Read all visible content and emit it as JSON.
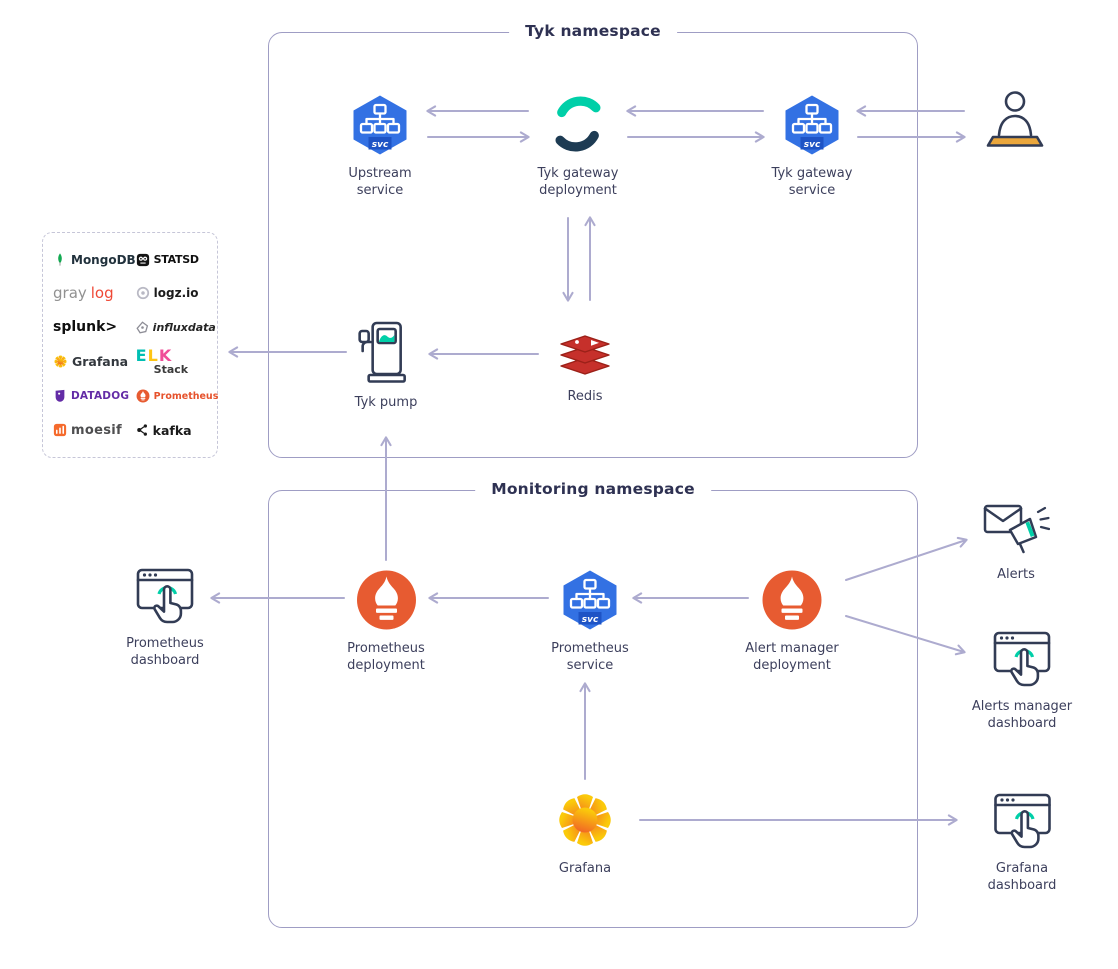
{
  "tyk_namespace": {
    "title": "Tyk namespace"
  },
  "monitoring_namespace": {
    "title": "Monitoring namespace"
  },
  "k8s_badge": "svc",
  "nodes": {
    "upstream_service": "Upstream service",
    "tyk_gateway_deployment": "Tyk gateway deployment",
    "tyk_gateway_service": "Tyk gateway service",
    "tyk_pump": "Tyk pump",
    "redis": "Redis",
    "prometheus_dashboard": "Prometheus dashboard",
    "prometheus_deployment": "Prometheus deployment",
    "prometheus_service": "Prometheus service",
    "alert_manager_deployment": "Alert manager deployment",
    "alerts": "Alerts",
    "alerts_manager_dashboard": "Alerts manager dashboard",
    "grafana": "Grafana",
    "grafana_dashboard": "Grafana dashboard"
  },
  "tools": {
    "mongodb": "MongoDB",
    "statsd": "STATSD",
    "graylog_gray": "gray",
    "graylog_log": "log",
    "logzio": "logz.io",
    "splunk": "splunk>",
    "influxdata": "influxdata",
    "grafana": "Grafana",
    "elk_e": "E",
    "elk_l": "L",
    "elk_k": "K",
    "elk_stack": "Stack",
    "datadog": "DATADOG",
    "prometheus": "Prometheus",
    "moesif": "moesif",
    "kafka": "kafka"
  },
  "colors": {
    "arrow": "#adabcf",
    "namespace_border": "#9f9dc4",
    "k8s_blue": "#3371e3",
    "tyk_teal": "#00cfa8",
    "redis_red": "#c6302b",
    "prometheus_orange": "#e75b31",
    "grafana_orange": "#f05a28",
    "outline_navy": "#323c55"
  }
}
